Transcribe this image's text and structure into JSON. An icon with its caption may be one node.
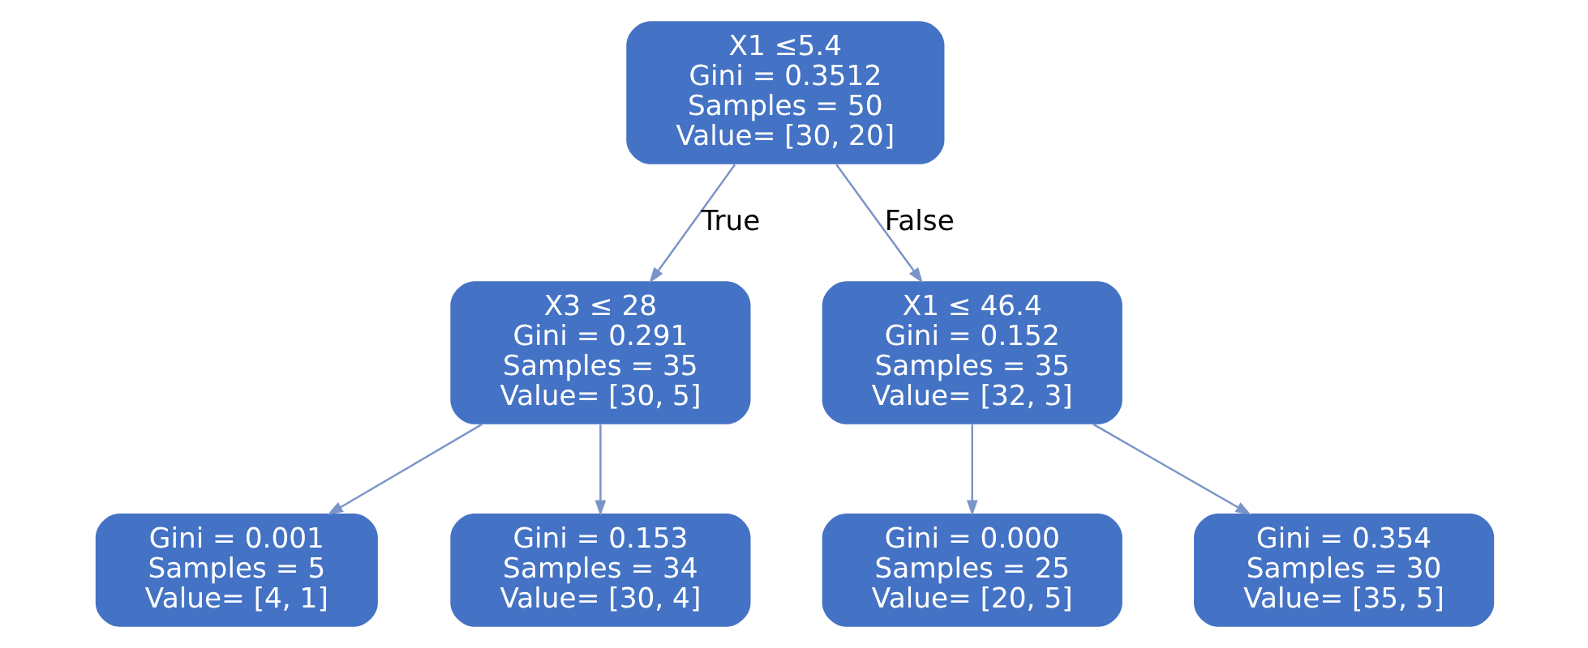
{
  "diagram": {
    "nodes": [
      {
        "text": [
          "X1 ≤5.4",
          "Gini = 0.3512",
          "Samples = 50",
          "Value= [30, 20]"
        ]
      },
      {
        "text": [
          "X3 ≤ 28",
          "Gini = 0.291",
          "Samples = 35",
          "Value= [30, 5]"
        ]
      },
      {
        "text": [
          "X1 ≤ 46.4",
          "Gini = 0.152",
          "Samples = 35",
          "Value= [32, 3]"
        ]
      },
      {
        "text": [
          "Gini = 0.001",
          "Samples = 5",
          "Value= [4, 1]"
        ]
      },
      {
        "text": [
          "Gini = 0.153",
          "Samples = 34",
          "Value= [30, 4]"
        ]
      },
      {
        "text": [
          "Gini = 0.000",
          "Samples = 25",
          "Value= [20, 5]"
        ]
      },
      {
        "text": [
          "Gini = 0.354",
          "Samples = 30",
          "Value= [35, 5]"
        ]
      }
    ],
    "edges": [
      {
        "from": 0,
        "to": 1,
        "arrow": "to",
        "label": "True"
      },
      {
        "from": 0,
        "to": 2,
        "arrow": "to",
        "label": "False"
      },
      {
        "from": 1,
        "to": 3,
        "arrow": "to"
      },
      {
        "from": 1,
        "to": 4,
        "arrow": "to"
      },
      {
        "from": 2,
        "to": 5,
        "arrow": "to"
      },
      {
        "from": 2,
        "to": 6,
        "arrow": "to"
      }
    ]
  }
}
